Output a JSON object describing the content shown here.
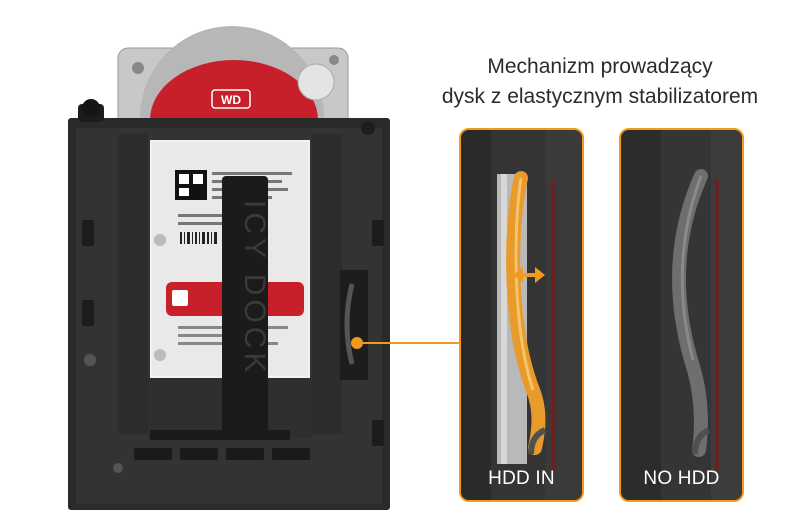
{
  "caption": {
    "line1": "Mechanizm prowadzący",
    "line2": "dysk z elastycznym stabilizatorem"
  },
  "panels": [
    {
      "label": "HDD IN"
    },
    {
      "label": "NO HDD"
    }
  ],
  "colors": {
    "accent": "#f19a1c",
    "tray": "#2a2a2a",
    "drive_red": "#c8202a"
  },
  "logos": {
    "drive_brand": "WD",
    "tray_brand": "ICY DOCK"
  }
}
